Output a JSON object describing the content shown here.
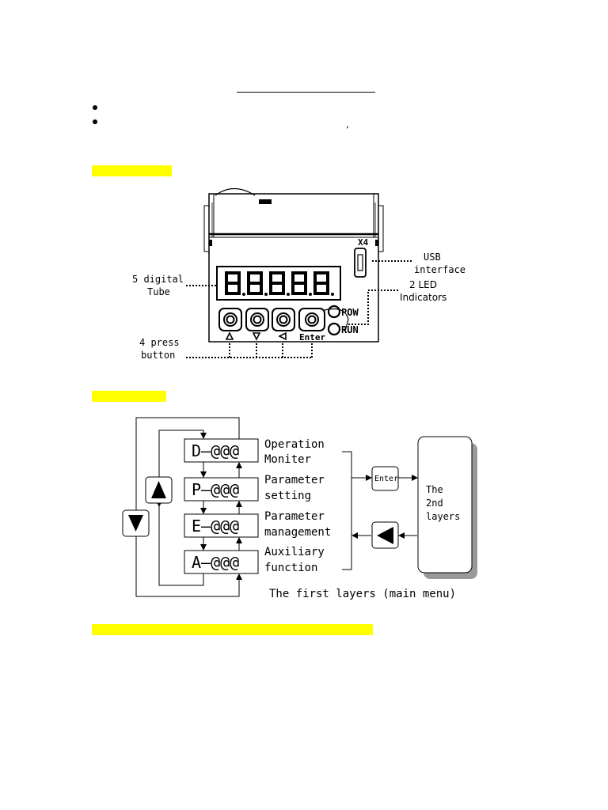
{
  "bullets": [
    ",",
    ""
  ],
  "panel": {
    "port_label": "X4",
    "pow_label": "POW",
    "run_label": "RUN",
    "enter_label": "Enter",
    "up_icon": "triangle-up-icon",
    "down_icon": "triangle-down-icon",
    "left_icon": "triangle-left-icon"
  },
  "callouts": {
    "usb": [
      "USB",
      "interface"
    ],
    "led": [
      "2 LED",
      "Indicators"
    ],
    "tube": [
      "5 digital",
      "Tube"
    ],
    "press": [
      "4 press",
      "button"
    ]
  },
  "menu": {
    "boxes": [
      "D—@@@",
      "P—@@@",
      "E—@@@",
      "A—@@@"
    ],
    "items": [
      [
        "Operation",
        "Moniter"
      ],
      [
        "Parameter",
        "setting"
      ],
      [
        "Parameter",
        "management"
      ],
      [
        "Auxiliary",
        "function"
      ]
    ],
    "enter_button": "Enter",
    "second_layer": [
      "The",
      "2nd",
      "layers"
    ],
    "caption": "The first layers (main menu)"
  },
  "colors": {
    "highlight": "#ffff00"
  }
}
